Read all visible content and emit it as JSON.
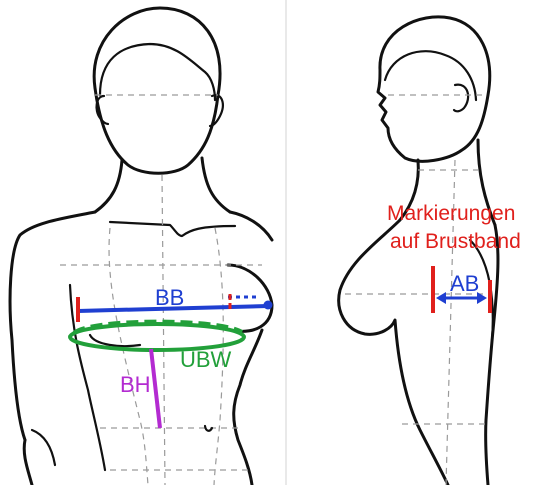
{
  "colors": {
    "bb": "#1f3fd1",
    "ubw": "#22a03a",
    "bh": "#b32bd1",
    "marker": "#e0201c",
    "ab": "#1f3fd1"
  },
  "front": {
    "bb_label": "BB",
    "ubw_label": "UBW",
    "bh_label": "BH"
  },
  "side": {
    "annotation_line1": "Markierungen",
    "annotation_line2": "auf Brustband",
    "ab_label": "AB"
  }
}
